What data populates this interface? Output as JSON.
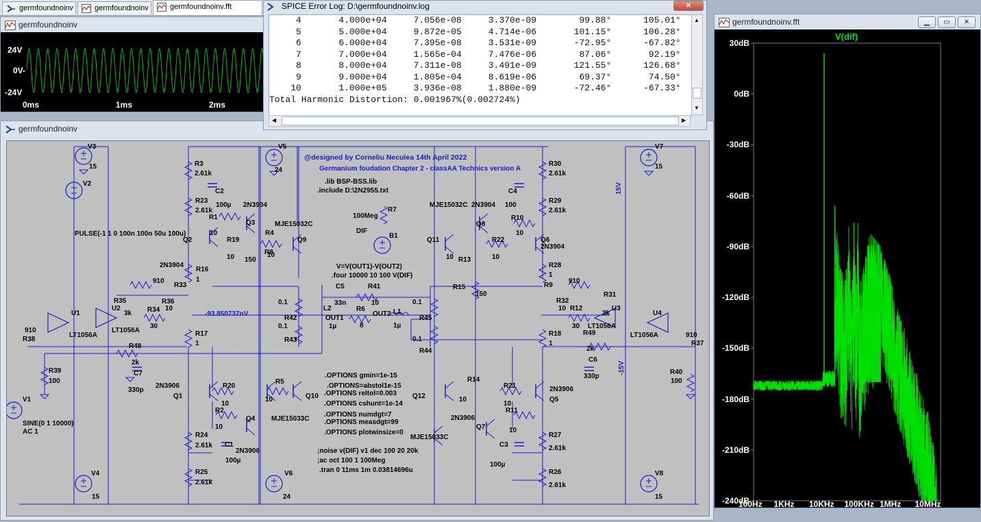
{
  "tabs": [
    {
      "label": "germfoundnoinv",
      "type": "schematic"
    },
    {
      "label": "germfoundnoinv",
      "type": "waveform"
    },
    {
      "label": "germfoundnoinv.fft",
      "type": "waveform"
    }
  ],
  "transient_window": {
    "title": "germfoundnoinv",
    "y_ticks": [
      "24V",
      "0V-",
      "-24V"
    ],
    "x_ticks": [
      "0ms",
      "1ms",
      "2ms"
    ]
  },
  "error_log": {
    "title": "SPICE Error Log: D:\\germfoundnoinv.log",
    "rows": [
      {
        "n": "4",
        "freq": "4.000e+04",
        "fourier": "7.056e-08",
        "norm": "3.370e-09",
        "phase": "99.88°",
        "nphase": "105.01°"
      },
      {
        "n": "5",
        "freq": "5.000e+04",
        "fourier": "9.872e-05",
        "norm": "4.714e-06",
        "phase": "101.15°",
        "nphase": "106.28°"
      },
      {
        "n": "6",
        "freq": "6.000e+04",
        "fourier": "7.395e-08",
        "norm": "3.531e-09",
        "phase": "-72.95°",
        "nphase": "-67.82°"
      },
      {
        "n": "7",
        "freq": "7.000e+04",
        "fourier": "1.565e-04",
        "norm": "7.476e-06",
        "phase": "87.06°",
        "nphase": "92.19°"
      },
      {
        "n": "8",
        "freq": "8.000e+04",
        "fourier": "7.311e-08",
        "norm": "3.491e-09",
        "phase": "121.55°",
        "nphase": "126.68°"
      },
      {
        "n": "9",
        "freq": "9.000e+04",
        "fourier": "1.805e-04",
        "norm": "8.619e-06",
        "phase": "69.37°",
        "nphase": "74.50°"
      },
      {
        "n": "10",
        "freq": "1.000e+05",
        "fourier": "3.936e-08",
        "norm": "1.880e-09",
        "phase": "-72.46°",
        "nphase": "-67.33°"
      }
    ],
    "thd": "Total Harmonic Distortion: 0.001967%(0.002724%)",
    "close": "✕"
  },
  "schematic_window": {
    "title": "germfoundnoinv",
    "credit": "@designed by Corneliu Neculea 14th April 2022",
    "subtitle": "Germanium foudation Chapter 2 - classAA Technics version A",
    "lib": ".lib BSP-BSS.lib",
    "include": ".include D:\\2N2955.txt",
    "pulse": "PULSE(-1 1 0 100n 100n 50u 100u)",
    "sine": "SINE(0 1 10000)",
    "ac": "AC 1",
    "bv": "V=V(OUT1)-V(OUT2)",
    "four": ".four 10000 10 100 V(DIF)",
    "offset": "-93.850737nV",
    "options": [
      ".OPTIONS gmin=1e-15",
      ".OPTIONS=abstol1e-15",
      ".OPTIONS reltol=0.003",
      ".OPTIONS cshunt=1e-14",
      ".OPTIONS numdgt=7",
      ".OPTIONS measdgt=99",
      ".OPTIONS plotwinsize=0"
    ],
    "noise": ";noise v(DIF) v1 dec 100 20 20k",
    "acdir": ";ac oct 100 1 100Meg",
    "tran": ".tran 0 11ms 1m 0.03814696u",
    "plus15": "15V",
    "minus15": "-15V",
    "labels": [
      [
        "V3",
        127,
        208
      ],
      [
        "15",
        129,
        237
      ],
      [
        "V2",
        120,
        262
      ],
      [
        "V5",
        405,
        208
      ],
      [
        "24",
        400,
        242
      ],
      [
        "V7",
        955,
        208
      ],
      [
        "15",
        955,
        237
      ],
      [
        "R3",
        283,
        233
      ],
      [
        "2.61k",
        283,
        247
      ],
      [
        "C2",
        313,
        273
      ],
      [
        "100µ",
        314,
        293
      ],
      [
        "R23",
        284,
        287
      ],
      [
        "2.61k",
        284,
        301
      ],
      [
        "R1",
        304,
        311
      ],
      [
        "10",
        305,
        334
      ],
      [
        "2N3904",
        354,
        293
      ],
      [
        "Q3",
        358,
        319
      ],
      [
        "MJE15032C",
        400,
        321
      ],
      [
        "R19",
        330,
        344
      ],
      [
        "10",
        330,
        369
      ],
      [
        "R4",
        386,
        334
      ],
      [
        "150",
        356,
        373
      ],
      [
        "R8",
        385,
        362
      ],
      [
        "10",
        389,
        366
      ],
      [
        "Q9",
        433,
        344
      ],
      [
        "Q2",
        266,
        344
      ],
      [
        "2N3904",
        232,
        381
      ],
      [
        "R16",
        285,
        387
      ],
      [
        "1",
        285,
        402
      ],
      [
        "910",
        222,
        404
      ],
      [
        "R33",
        253,
        410
      ],
      [
        "R35",
        165,
        433
      ],
      [
        "3k",
        180,
        451
      ],
      [
        "R36",
        235,
        434
      ],
      [
        "10",
        240,
        444
      ],
      [
        "R34",
        214,
        446
      ],
      [
        "30",
        218,
        470
      ],
      [
        "U2",
        162,
        444
      ],
      [
        "LT1056A",
        162,
        476
      ],
      [
        "U1",
        103,
        451
      ],
      [
        "LT1056A",
        100,
        483
      ],
      [
        "910",
        35,
        476
      ],
      [
        "R38",
        32,
        489
      ],
      [
        "R48",
        187,
        499
      ],
      [
        "2k",
        191,
        523
      ],
      [
        "C7",
        194,
        539
      ],
      [
        "330p",
        186,
        563
      ],
      [
        "R39",
        70,
        535
      ],
      [
        "100",
        70,
        550
      ],
      [
        "R17",
        284,
        481
      ],
      [
        "1",
        284,
        495
      ],
      [
        "0.1",
        405,
        435
      ],
      [
        "R42",
        414,
        458
      ],
      [
        "0.1",
        405,
        470
      ],
      [
        "R43",
        414,
        490
      ],
      [
        "V1",
        32,
        577
      ],
      [
        "2N3906",
        226,
        557
      ],
      [
        "Q1",
        252,
        572
      ],
      [
        "R20",
        324,
        557
      ],
      [
        "10",
        322,
        583
      ],
      [
        "R5",
        401,
        551
      ],
      [
        "10",
        386,
        577
      ],
      [
        "Q10",
        445,
        572
      ],
      [
        "R2",
        313,
        593
      ],
      [
        "10",
        313,
        617
      ],
      [
        "Q4",
        358,
        605
      ],
      [
        "MJE15033C",
        395,
        605
      ],
      [
        "R24",
        284,
        629
      ],
      [
        "2.61k",
        284,
        644
      ],
      [
        "C1",
        327,
        643
      ],
      [
        "100µ",
        328,
        666
      ],
      [
        "2N3906",
        343,
        652
      ],
      [
        "R25",
        284,
        683
      ],
      [
        "2.61k",
        284,
        698
      ],
      [
        "V4",
        132,
        685
      ],
      [
        "15",
        133,
        719
      ],
      [
        "V6",
        414,
        685
      ],
      [
        "24",
        412,
        719
      ],
      [
        ".lib BSP-BSS.lib",
        0,
        0
      ],
      [
        "R7",
        565,
        300
      ],
      [
        "100Meg",
        514,
        309
      ],
      [
        "DIF",
        519,
        331
      ],
      [
        "B1",
        567,
        338
      ],
      [
        "C5",
        489,
        412
      ],
      [
        "33n",
        487,
        436
      ],
      [
        "R41",
        536,
        412
      ],
      [
        "10",
        541,
        436
      ],
      [
        "L2",
        471,
        444
      ],
      [
        "OUT1",
        474,
        458
      ],
      [
        "1µ",
        479,
        470
      ],
      [
        "R6",
        519,
        445
      ],
      [
        "8",
        524,
        469
      ],
      [
        "OUT2",
        543,
        452
      ],
      [
        "L1",
        573,
        449
      ],
      [
        "1µ",
        573,
        469
      ],
      [
        "0.1",
        601,
        435
      ],
      [
        "R45",
        611,
        458
      ],
      [
        "0.1",
        601,
        489
      ],
      [
        "R44",
        611,
        506
      ],
      [
        "MJE15032C",
        626,
        293
      ],
      [
        "2N3904",
        687,
        293
      ],
      [
        "C4",
        741,
        273
      ],
      [
        "100",
        736,
        293
      ],
      [
        "R30",
        800,
        233
      ],
      [
        "2.61k",
        800,
        247
      ],
      [
        "R29",
        800,
        287
      ],
      [
        "2.61k",
        800,
        301
      ],
      [
        "Q8",
        694,
        321
      ],
      [
        "R10",
        745,
        312
      ],
      [
        "10",
        752,
        334
      ],
      [
        "Q6",
        788,
        344
      ],
      [
        "2N3904",
        788,
        354
      ],
      [
        "Q11",
        622,
        344
      ],
      [
        "10",
        650,
        369
      ],
      [
        "R13",
        668,
        373
      ],
      [
        "R22",
        717,
        344
      ],
      [
        "10",
        717,
        369
      ],
      [
        "R28",
        800,
        381
      ],
      [
        "1",
        800,
        395
      ],
      [
        "R15",
        660,
        413
      ],
      [
        "150",
        693,
        423
      ],
      [
        "R9",
        793,
        410
      ],
      [
        "910",
        829,
        404
      ],
      [
        "R32",
        811,
        433
      ],
      [
        "10",
        814,
        444
      ],
      [
        "R12",
        831,
        444
      ],
      [
        "30",
        834,
        470
      ],
      [
        "3k",
        878,
        451
      ],
      [
        "R31",
        880,
        424
      ],
      [
        "U3",
        892,
        444
      ],
      [
        "LT1056A",
        857,
        470
      ],
      [
        "U4",
        952,
        451
      ],
      [
        "LT1056A",
        919,
        483
      ],
      [
        "910",
        1000,
        483
      ],
      [
        "R37",
        1008,
        495
      ],
      [
        "R18",
        800,
        481
      ],
      [
        "1",
        800,
        495
      ],
      [
        "R49",
        850,
        480
      ],
      [
        "2k",
        855,
        503
      ],
      [
        "C6",
        858,
        519
      ],
      [
        "330p",
        851,
        543
      ],
      [
        "R40",
        977,
        537
      ],
      [
        "100",
        978,
        550
      ],
      [
        "V8",
        955,
        685
      ],
      [
        "15",
        955,
        719
      ],
      [
        "Q12",
        601,
        572
      ],
      [
        "R14",
        681,
        548
      ],
      [
        "10",
        669,
        577
      ],
      [
        "R21",
        734,
        557
      ],
      [
        "10",
        734,
        583
      ],
      [
        "2N3906",
        801,
        562
      ],
      [
        "Q5",
        801,
        577
      ],
      [
        "2N3906",
        657,
        604
      ],
      [
        "Q7",
        694,
        617
      ],
      [
        "R11",
        737,
        593
      ],
      [
        "10",
        742,
        622
      ],
      [
        "MJE15033C",
        598,
        632
      ],
      [
        "R27",
        800,
        629
      ],
      [
        "2.61k",
        800,
        648
      ],
      [
        "C3",
        728,
        643
      ],
      [
        "100µ",
        714,
        672
      ],
      [
        "R26",
        800,
        683
      ],
      [
        "2.61k",
        800,
        702
      ]
    ]
  },
  "fft_window": {
    "title": "germfoundnoinv.fft",
    "trace": "V(dif)",
    "y_ticks": [
      "30dB",
      "0dB",
      "-30dB",
      "-60dB",
      "-90dB",
      "-120dB",
      "-150dB",
      "-180dB",
      "-210dB",
      "-240dB"
    ],
    "x_ticks": [
      "100Hz",
      "1KHz",
      "10KHz",
      "100KHz",
      "1MHz",
      "10MHz"
    ]
  },
  "chart_data": [
    {
      "type": "line",
      "title": "",
      "series": [
        {
          "name": "V(dif)",
          "values": []
        }
      ],
      "xlabel": "",
      "ylabel": "",
      "x_ticks": [
        "0ms",
        "1ms",
        "2ms"
      ],
      "y_ticks": [
        "24V",
        "0V",
        "-24V"
      ],
      "ylim": [
        -24,
        24
      ],
      "description_fn": "sine 10kHz ~20V amplitude",
      "color": "#00c000"
    },
    {
      "type": "line",
      "title": "V(dif)",
      "series": [
        {
          "name": "V(dif)",
          "color": "#00e000",
          "points": [
            [
              100,
              -174
            ],
            [
              200,
              -173
            ],
            [
              300,
              -172
            ],
            [
              500,
              -175
            ],
            [
              1000,
              -171
            ],
            [
              2000,
              -173
            ],
            [
              3000,
              -172
            ],
            [
              5000,
              -172
            ],
            [
              8000,
              -175
            ],
            [
              10000,
              24
            ],
            [
              12000,
              -171
            ],
            [
              20000,
              -66
            ],
            [
              30000,
              -103
            ],
            [
              40000,
              -110
            ],
            [
              50000,
              -78
            ],
            [
              60000,
              -112
            ],
            [
              70000,
              -76
            ],
            [
              80000,
              -112
            ],
            [
              90000,
              -76
            ],
            [
              100000,
              -115
            ],
            [
              200000,
              -82
            ],
            [
              400000,
              -90
            ],
            [
              700000,
              -105
            ],
            [
              1000000,
              -120
            ],
            [
              2000000,
              -140
            ],
            [
              5000000,
              -170
            ],
            [
              10000000,
              -190
            ],
            [
              16000000,
              -225
            ]
          ]
        }
      ],
      "x_ticks": [
        "100Hz",
        "1KHz",
        "10KHz",
        "100KHz",
        "1MHz",
        "10MHz"
      ],
      "y_ticks": [
        "30dB",
        "0dB",
        "-30dB",
        "-60dB",
        "-90dB",
        "-120dB",
        "-150dB",
        "-180dB",
        "-210dB",
        "-240dB"
      ],
      "xscale": "log",
      "xlim": [
        100,
        20000000
      ],
      "ylim": [
        -240,
        30
      ],
      "grid": false
    }
  ]
}
